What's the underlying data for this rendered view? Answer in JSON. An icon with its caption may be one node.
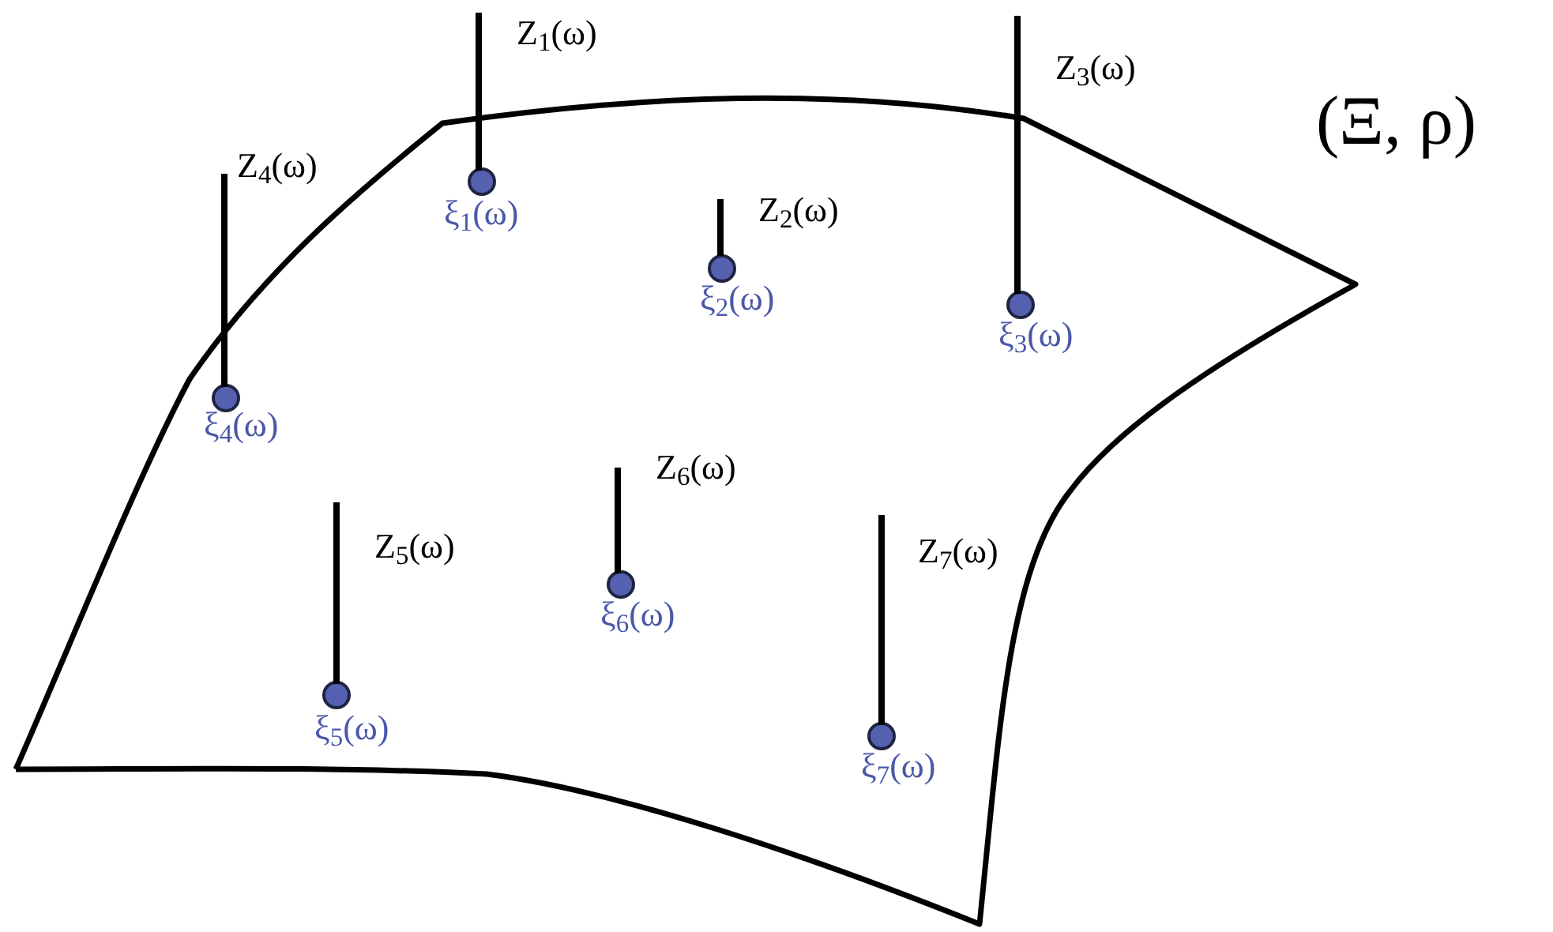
{
  "diagram": {
    "nodes": [
      {
        "text": [],
        "shape": "surface"
      },
      {
        "text": [],
        "shape": "circle",
        "in": 0,
        "beside": [
          "ξ$_{1}$(ω)"
        ]
      },
      {
        "text": [],
        "shape": "circle",
        "in": 0,
        "beside": [
          "ξ$_{2}$(ω)"
        ]
      },
      {
        "text": [],
        "shape": "circle",
        "in": 0,
        "beside": [
          "ξ$_{3}$(ω)"
        ]
      },
      {
        "text": [],
        "shape": "circle",
        "in": 0,
        "beside": [
          "ξ$_{4}$(ω)"
        ]
      },
      {
        "text": [],
        "shape": "circle",
        "in": 0,
        "beside": [
          "ξ$_{5}$(ω)"
        ]
      },
      {
        "text": [],
        "shape": "circle",
        "in": 0,
        "beside": [
          "ξ$_{6}$(ω)"
        ]
      },
      {
        "text": [],
        "shape": "circle",
        "in": 0,
        "beside": [
          "ξ$_{7}$(ω)"
        ]
      },
      {
        "text": [],
        "shape": "bar",
        "beside": [
          "Z$_{1}$(ω)"
        ]
      },
      {
        "text": [],
        "shape": "bar",
        "in": 0,
        "beside": [
          "Z$_{2}$(ω)"
        ]
      },
      {
        "text": [],
        "shape": "bar",
        "beside": [
          "Z$_{3}$(ω)"
        ]
      },
      {
        "text": [],
        "shape": "bar",
        "beside": [
          "Z$_{4}$(ω)"
        ]
      },
      {
        "text": [],
        "shape": "bar",
        "in": 0,
        "beside": [
          "Z$_{5}$(ω)"
        ]
      },
      {
        "text": [],
        "shape": "bar",
        "in": 0,
        "beside": [
          "Z$_{6}$(ω)"
        ]
      },
      {
        "text": [],
        "shape": "bar",
        "in": 0,
        "beside": [
          "Z$_{7}$(ω)"
        ]
      }
    ],
    "labels": [
      "(Ξ, ρ)"
    ]
  }
}
